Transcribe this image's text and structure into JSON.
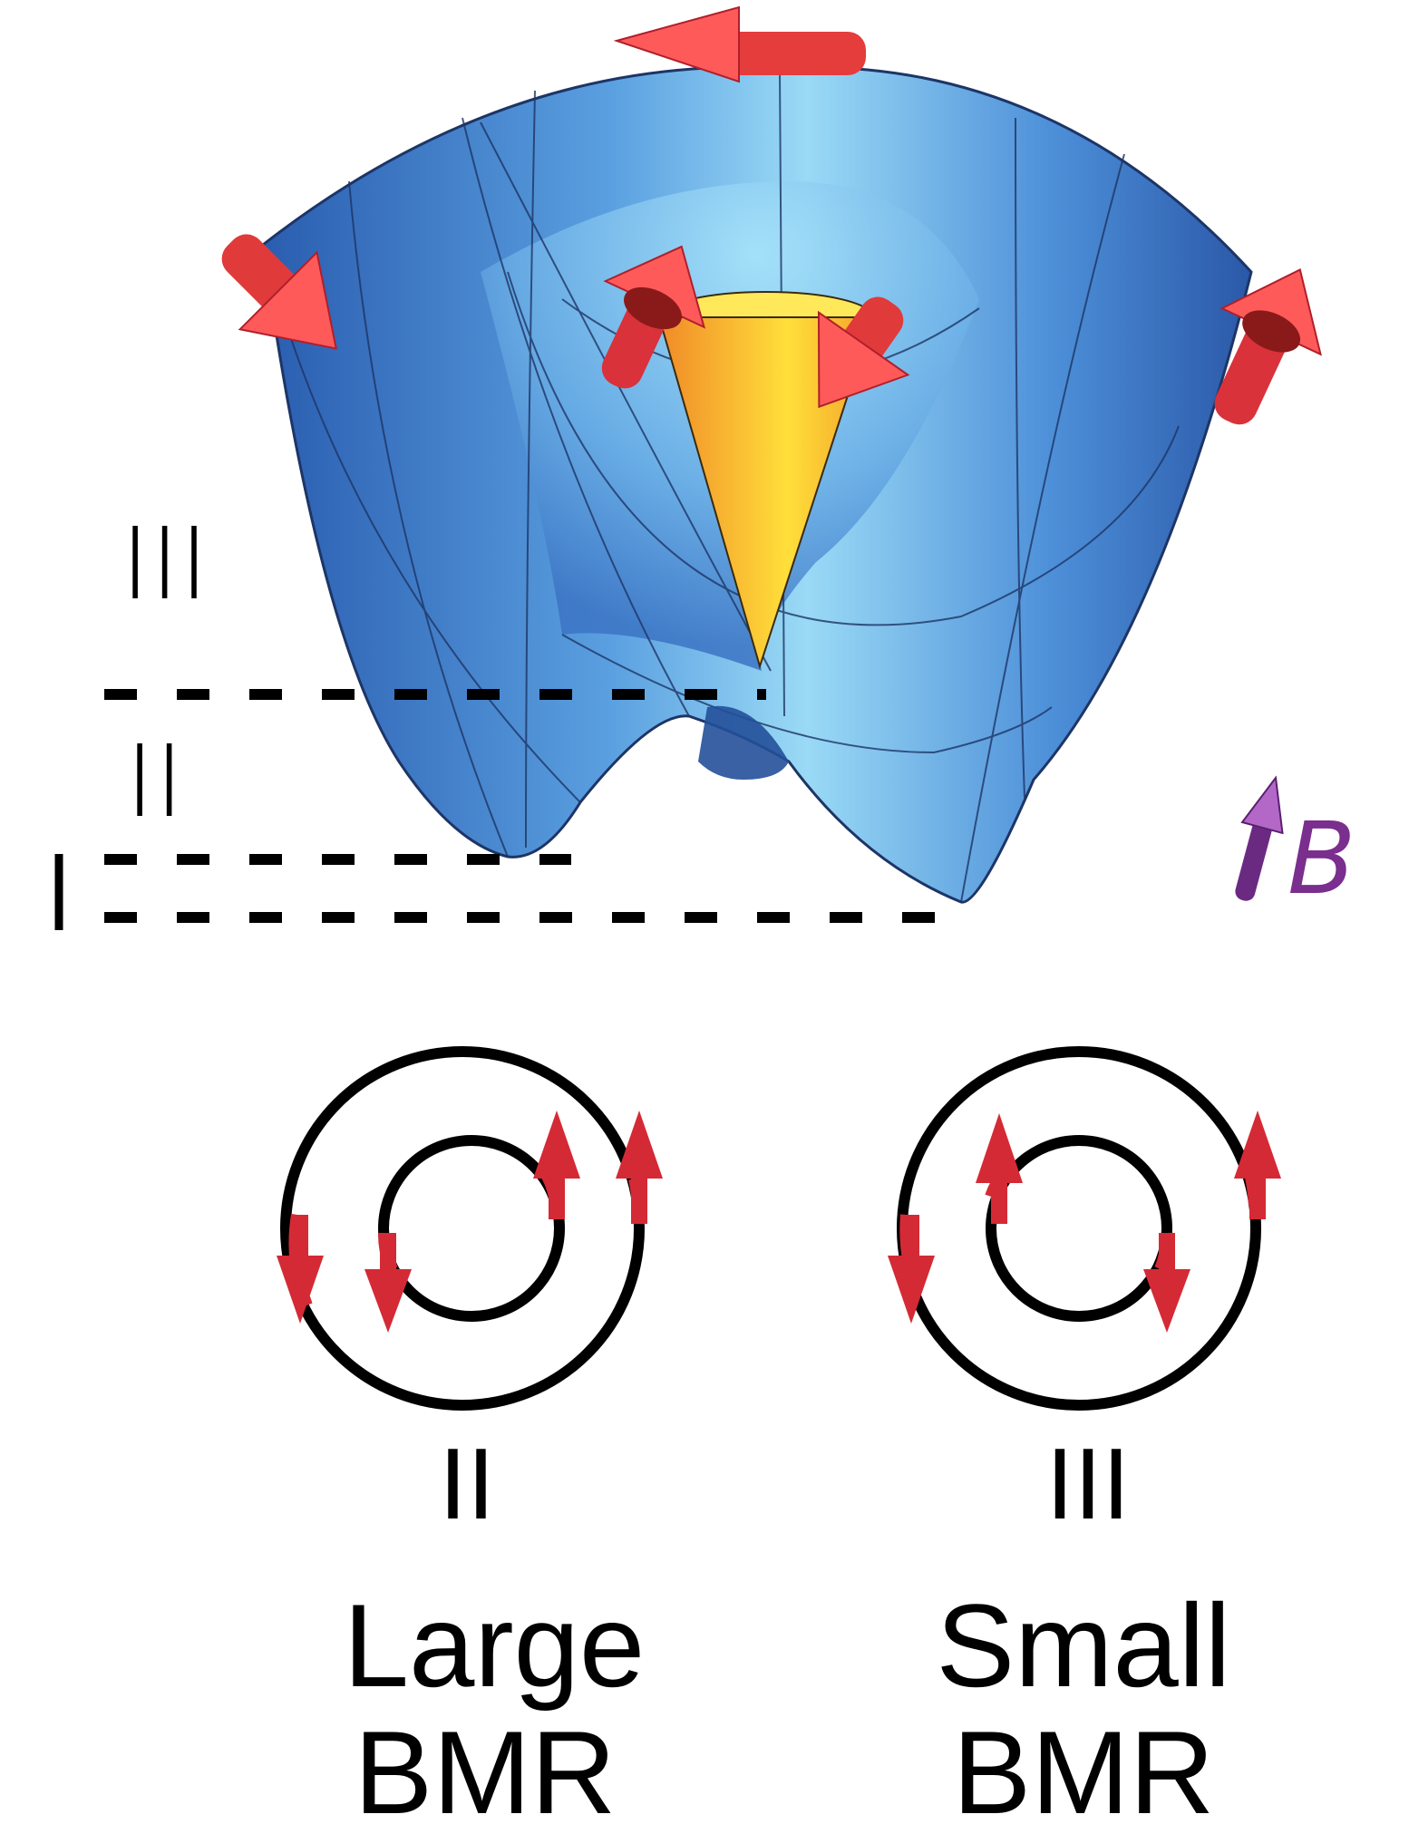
{
  "energy_levels": {
    "level_1": "I",
    "level_2": "II",
    "level_3": "III"
  },
  "field": {
    "symbol": "B",
    "color": "#7a2e8e"
  },
  "panels": [
    {
      "roman": "II",
      "label_line1": "Large",
      "label_line2": "BMR"
    },
    {
      "roman": "III",
      "label_line1": "Small",
      "label_line2": "BMR"
    }
  ],
  "colors": {
    "surface_light": "#9fdcf6",
    "surface_mid": "#4a8ed8",
    "surface_dark": "#2d5fb0",
    "cone_light": "#ffe040",
    "cone_dark": "#f0902a",
    "spin_arrow": "#e23a3a",
    "spin_arrow_dark": "#b51f2a",
    "circle": "#000000"
  }
}
